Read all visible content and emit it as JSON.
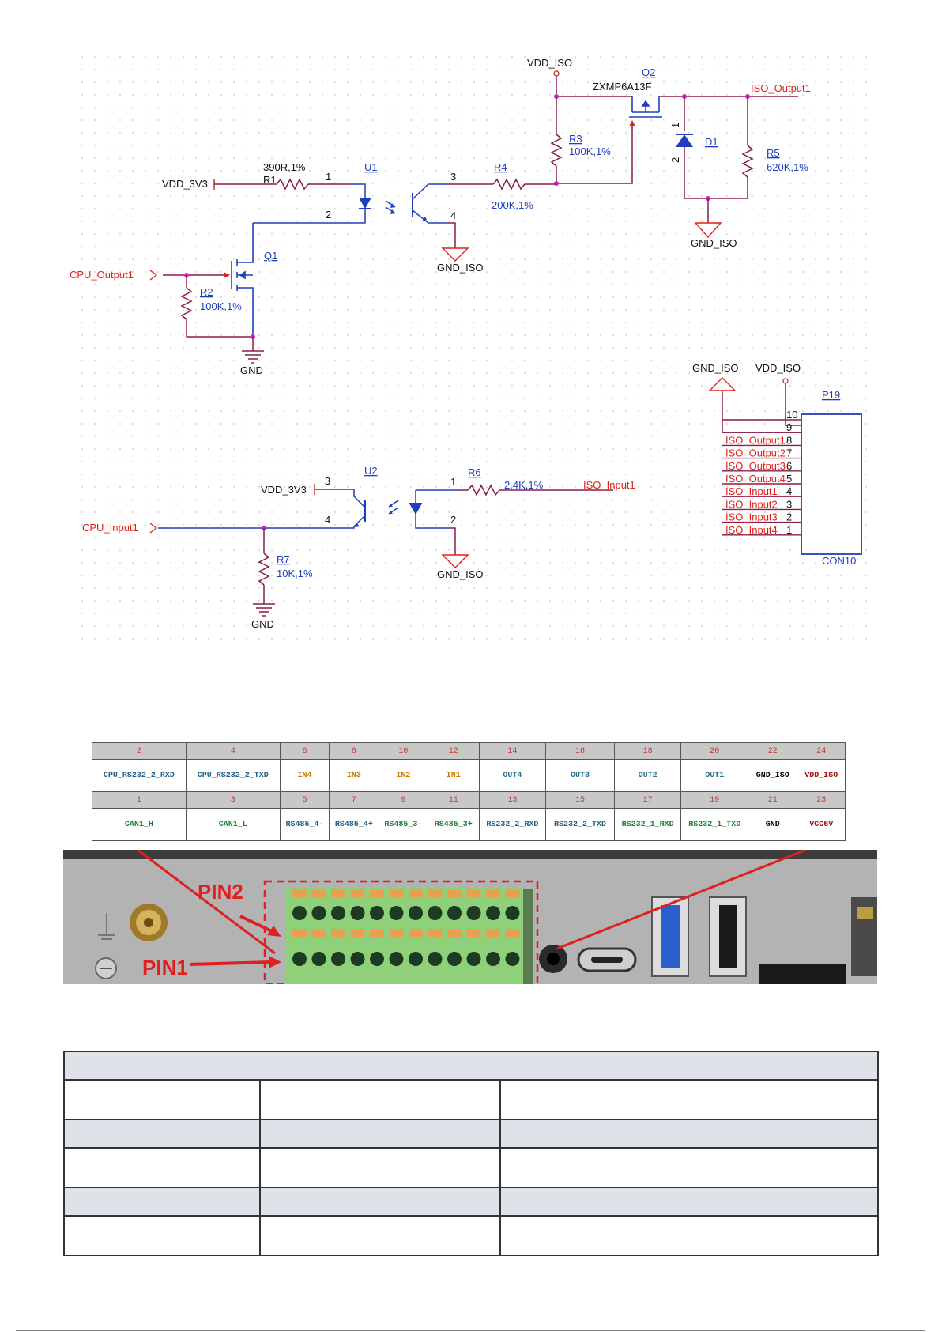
{
  "schematic": {
    "output_circuit": {
      "net_vdd_iso": "VDD_ISO",
      "q2_ref": "Q2",
      "q2_part": "ZXMP6A13F",
      "net_iso_output1": "ISO_Output1",
      "r3_ref": "R3",
      "r3_value": "100K,1%",
      "d1_ref": "D1",
      "d1_pin1": "1",
      "d1_pin2": "2",
      "r5_ref": "R5",
      "r5_value": "620K,1%",
      "r1_ref": "R1",
      "r1_value": "390R,1%",
      "u1_ref": "U1",
      "r4_ref": "R4",
      "r4_value": "200K,1%",
      "net_vdd_3v3": "VDD_3V3",
      "u1_pin1": "1",
      "u1_pin2": "2",
      "u1_pin3": "3",
      "u1_pin4": "4",
      "net_gnd_iso_a": "GND_ISO",
      "net_gnd_iso_b": "GND_ISO",
      "net_cpu_output1": "CPU_Output1",
      "q1_ref": "Q1",
      "r2_ref": "R2",
      "r2_value": "100K,1%",
      "net_gnd": "GND"
    },
    "connector": {
      "net_gnd_iso": "GND_ISO",
      "net_vdd_iso": "VDD_ISO",
      "ref": "P19",
      "part": "CON10",
      "pins": [
        {
          "num": "10",
          "label": ""
        },
        {
          "num": "9",
          "label": ""
        },
        {
          "num": "8",
          "label": "ISO_Output1"
        },
        {
          "num": "7",
          "label": "ISO_Output2"
        },
        {
          "num": "6",
          "label": "ISO_Output3"
        },
        {
          "num": "5",
          "label": "ISO_Output4"
        },
        {
          "num": "4",
          "label": "ISO_Input1"
        },
        {
          "num": "3",
          "label": "ISO_Input2"
        },
        {
          "num": "2",
          "label": "ISO_Input3"
        },
        {
          "num": "1",
          "label": "ISO_Input4"
        }
      ]
    },
    "input_circuit": {
      "u2_ref": "U2",
      "r6_ref": "R6",
      "r6_value": "2.4K,1%",
      "net_vdd_3v3": "VDD_3V3",
      "u2_pin3": "3",
      "u2_pin4": "4",
      "u2_pin1": "1",
      "u2_pin2": "2",
      "net_iso_input1": "ISO_Input1",
      "net_cpu_input1": "CPU_Input1",
      "r7_ref": "R7",
      "r7_value": "10K,1%",
      "net_gnd_iso": "GND_ISO",
      "net_gnd": "GND"
    }
  },
  "pin_table": {
    "top_row": [
      {
        "num": "2",
        "signal": "CPU_RS232_2_RXD",
        "color": "#1f5f8b"
      },
      {
        "num": "4",
        "signal": "CPU_RS232_2_TXD",
        "color": "#1f5f8b"
      },
      {
        "num": "6",
        "signal": "IN4",
        "color": "#c77c02"
      },
      {
        "num": "8",
        "signal": "IN3",
        "color": "#c77c02"
      },
      {
        "num": "10",
        "signal": "IN2",
        "color": "#c77c02"
      },
      {
        "num": "12",
        "signal": "IN1",
        "color": "#c77c02"
      },
      {
        "num": "14",
        "signal": "OUT4",
        "color": "#2b6f8f"
      },
      {
        "num": "16",
        "signal": "OUT3",
        "color": "#2b6f8f"
      },
      {
        "num": "18",
        "signal": "OUT2",
        "color": "#2b6f8f"
      },
      {
        "num": "20",
        "signal": "OUT1",
        "color": "#2b6f8f"
      },
      {
        "num": "22",
        "signal": "GND_ISO",
        "color": "#000000"
      },
      {
        "num": "24",
        "signal": "VDD_ISO",
        "color": "#a01010"
      }
    ],
    "bottom_row": [
      {
        "num": "1",
        "signal": "CAN1_H",
        "color": "#1a7f3c"
      },
      {
        "num": "3",
        "signal": "CAN1_L",
        "color": "#1a7f3c"
      },
      {
        "num": "5",
        "signal": "RS485_4-",
        "color": "#1f5f8b"
      },
      {
        "num": "7",
        "signal": "RS485_4+",
        "color": "#1f5f8b"
      },
      {
        "num": "9",
        "signal": "RS485_3-",
        "color": "#1a7f3c"
      },
      {
        "num": "11",
        "signal": "RS485_3+",
        "color": "#1a7f3c"
      },
      {
        "num": "13",
        "signal": "RS232_2_RXD",
        "color": "#1f5f8b"
      },
      {
        "num": "15",
        "signal": "RS232_2_TXD",
        "color": "#1f5f8b"
      },
      {
        "num": "17",
        "signal": "RS232_1_RXD",
        "color": "#1a7f3c"
      },
      {
        "num": "19",
        "signal": "RS232_1_TXD",
        "color": "#1a7f3c"
      },
      {
        "num": "21",
        "signal": "GND",
        "color": "#000000"
      },
      {
        "num": "23",
        "signal": "VCC5V",
        "color": "#a01010"
      }
    ],
    "widths": [
      118,
      118,
      62,
      62,
      62,
      64,
      84,
      86,
      84,
      84,
      62,
      60
    ]
  },
  "photo": {
    "pin2_label": "PIN2",
    "pin1_label": "PIN1",
    "annotation_color": "#e02020",
    "terminal_color": "#8fd07a"
  },
  "spec_table": {
    "rows": [
      "head",
      "w",
      "g",
      "w",
      "g",
      "w"
    ]
  }
}
